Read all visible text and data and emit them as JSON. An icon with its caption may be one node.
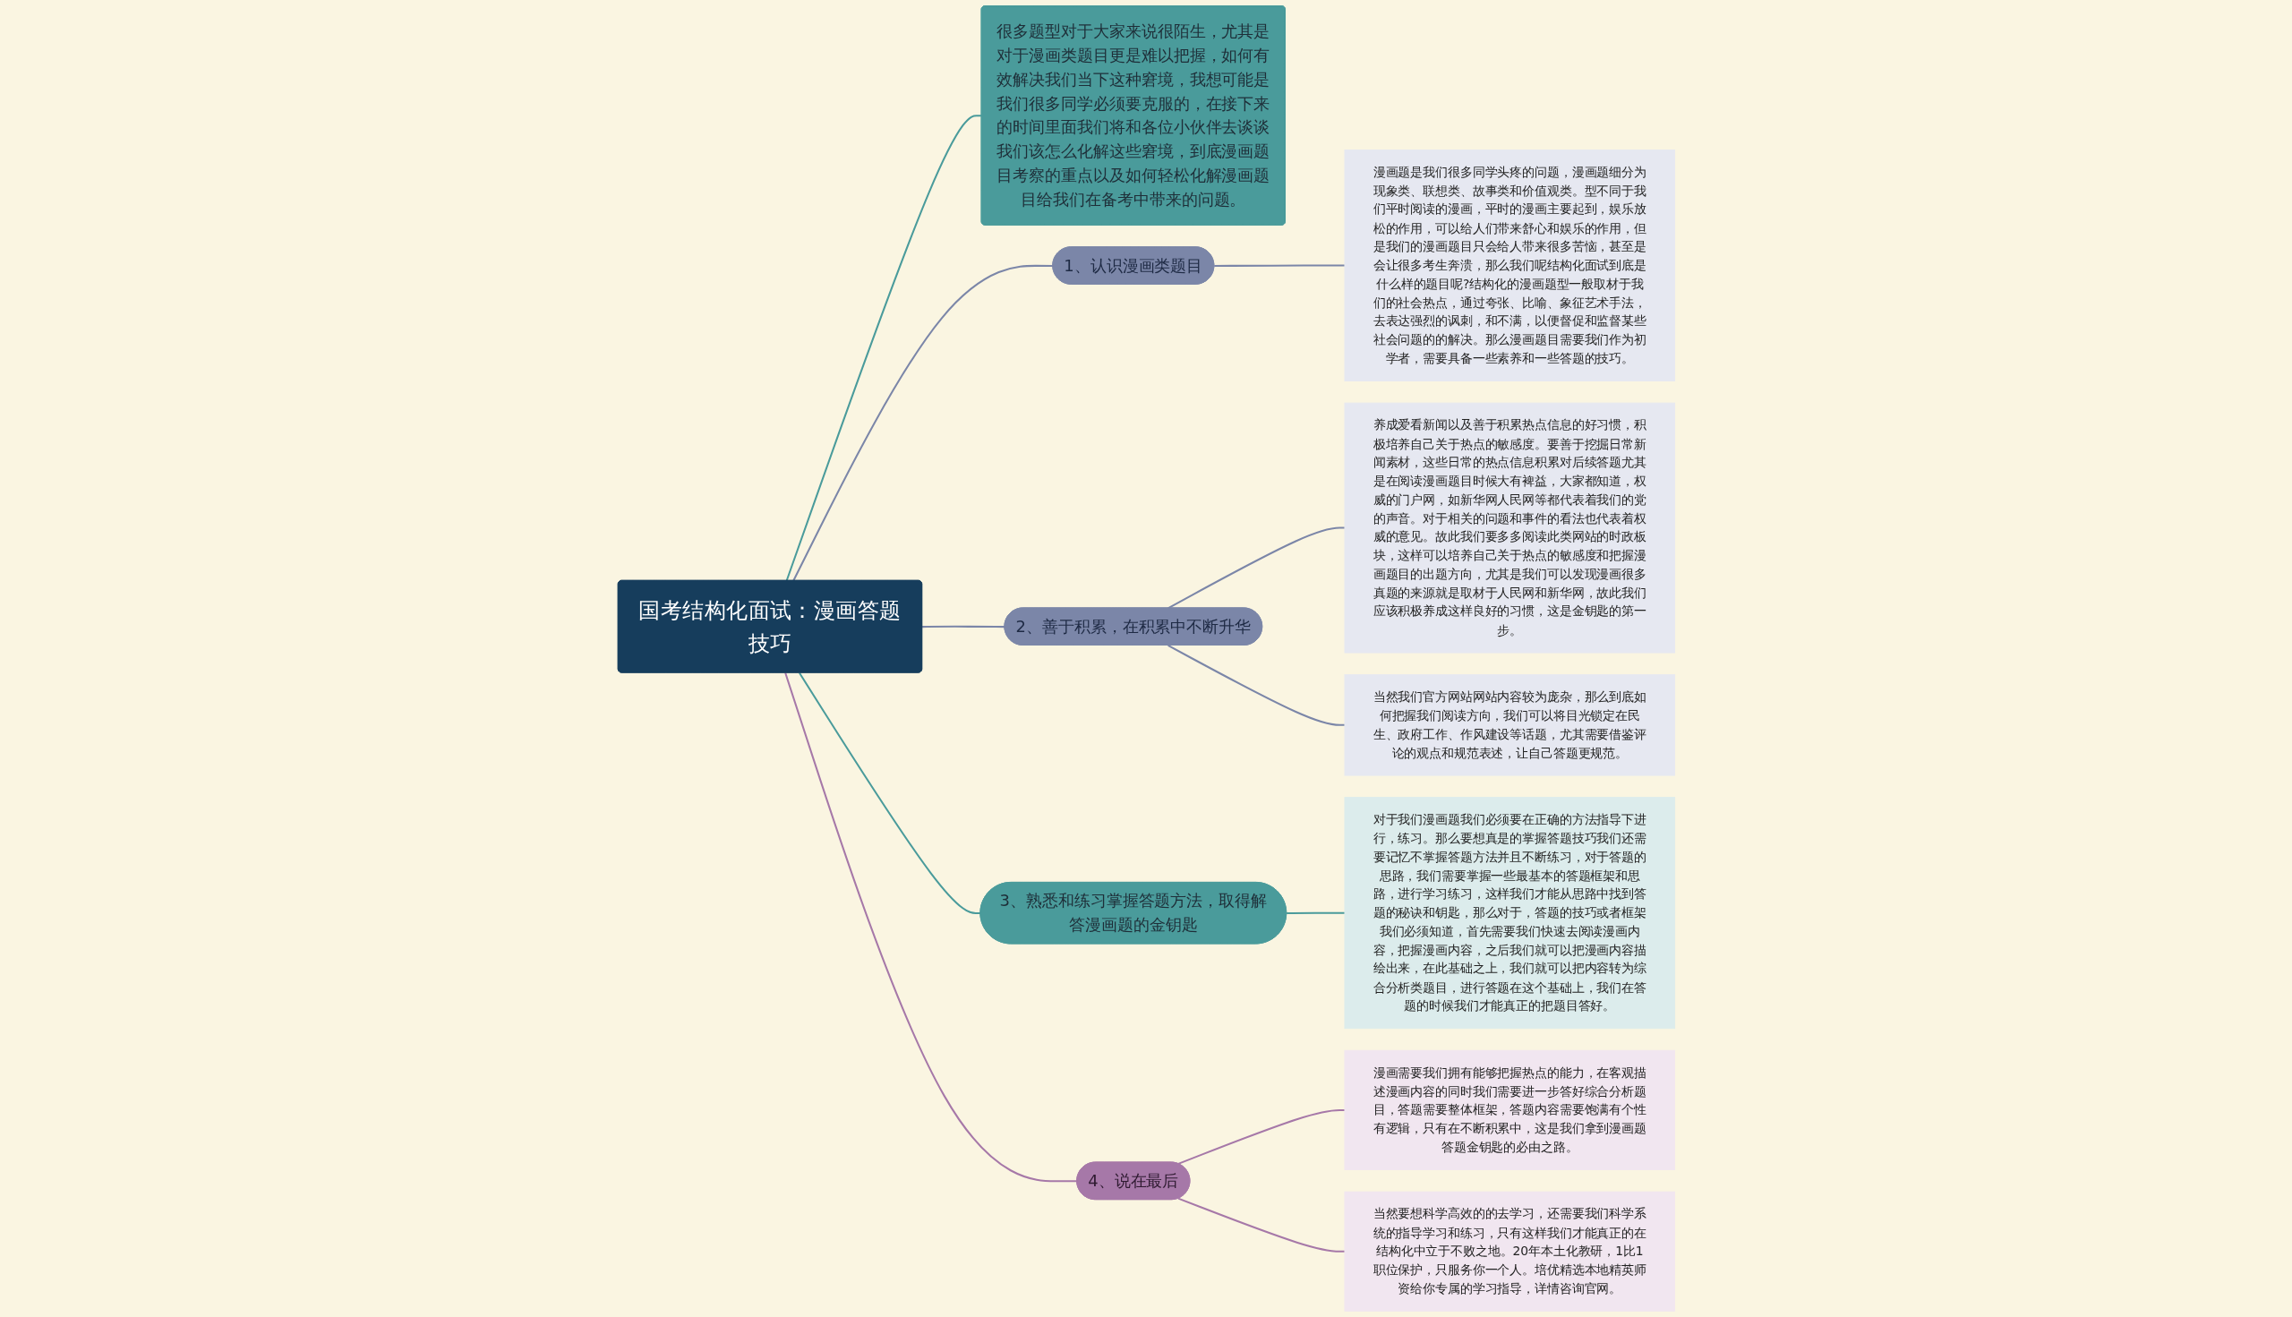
{
  "diagram": {
    "nodes": [
      {
        "text": [
          "国考结构化面试：漫画答题技巧"
        ]
      },
      {
        "text": [
          "很多题型对于大家来说很陌生，尤其是对于漫画类题目更是难以把握，如何有效解决我们当下这种窘境，我想可能是我们很多同学必须要克服的，在接下来的时间里面我们将和各位小伙伴去谈谈我们该怎么化解这些窘境，到底漫画题目考察的重点以及如何轻松化解漫画题目给我们在备考中带来的问题。"
        ]
      },
      {
        "text": [
          "1、认识漫画类题目"
        ]
      },
      {
        "text": [
          "漫画题是我们很多同学头疼的问题，漫画题细分为现象类、联想类、故事类和价值观类。型不同于我们平时阅读的漫画，平时的漫画主要起到，娱乐放松的作用，可以给人们带来舒心和娱乐的作用，但是我们的漫画题目只会给人带来很多苦恼，甚至是会让很多考生奔溃，那么我们呢结构化面试到底是什么样的题目呢?结构化的漫画题型一般取材于我们的社会热点，通过夸张、比喻、象征艺术手法，去表达强烈的讽刺，和不满，以便督促和监督某些社会问题的的解决。那么漫画题目需要我们作为初学者，需要具备一些素养和一些答题的技巧。"
        ]
      },
      {
        "text": [
          "2、善于积累，在积累中不断升华"
        ]
      },
      {
        "text": [
          "养成爱看新闻以及善于积累热点信息的好习惯，积极培养自己关于热点的敏感度。要善于挖掘日常新闻素材，这些日常的热点信息积累对后续答题尤其是在阅读漫画题目时候大有裨益，大家都知道，权威的门户网，如新华网人民网等都代表着我们的党的声音。对于相关的问题和事件的看法也代表着权威的意见。故此我们要多多阅读此类网站的时政板块，这样可以培养自己关于热点的敏感度和把握漫画题目的出题方向，尤其是我们可以发现漫画很多真题的来源就是取材于人民网和新华网，故此我们应该积极养成这样良好的习惯，这是金钥匙的第一步。"
        ]
      },
      {
        "text": [
          "当然我们官方网站网站内容较为庞杂，那么到底如何把握我们阅读方向，我们可以将目光锁定在民生、政府工作、作风建设等话题，尤其需要借鉴评论的观点和规范表述，让自己答题更规范。"
        ]
      },
      {
        "text": [
          "3、熟悉和练习掌握答题方法，取得解答漫画题的金钥匙"
        ]
      },
      {
        "text": [
          "对于我们漫画题我们必须要在正确的方法指导下进行，练习。那么要想真是的掌握答题技巧我们还需要记忆不掌握答题方法并且不断练习，对于答题的思路，我们需要掌握一些最基本的答题框架和思路，进行学习练习，这样我们才能从思路中找到答题的秘诀和钥匙，那么对于，答题的技巧或者框架我们必须知道，首先需要我们快速去阅读漫画内容，把握漫画内容，之后我们就可以把漫画内容描绘出来，在此基础之上，我们就可以把内容转为综合分析类题目，进行答题在这个基础上，我们在答题的时候我们才能真正的把题目答好。"
        ]
      },
      {
        "text": [
          "4、说在最后"
        ]
      },
      {
        "text": [
          "漫画需要我们拥有能够把握热点的能力，在客观描述漫画内容的同时我们需要进一步答好综合分析题目，答题需要整体框架，答题内容需要饱满有个性有逻辑，只有在不断积累中，这是我们拿到漫画题答题金钥匙的必由之路。"
        ]
      },
      {
        "text": [
          "当然要想科学高效的的去学习，还需要我们科学系统的指导学习和练习，只有这样我们才能真正的在结构化中立于不败之地。20年本土化教研，1比1职位保护，只服务你一个人。培优精选本地精英师资给你专属的学习指导，详情咨询官网。"
        ]
      }
    ],
    "edges": [
      {
        "from": 0,
        "to": 1,
        "arrow": "none",
        "color": "#4a9b9b"
      },
      {
        "from": 0,
        "to": 2,
        "arrow": "none",
        "color": "#7b86a8"
      },
      {
        "from": 2,
        "to": 3,
        "arrow": "none",
        "color": "#7b86a8"
      },
      {
        "from": 0,
        "to": 4,
        "arrow": "none",
        "color": "#7b86a8"
      },
      {
        "from": 4,
        "to": 5,
        "arrow": "none",
        "color": "#7b86a8"
      },
      {
        "from": 4,
        "to": 6,
        "arrow": "none",
        "color": "#7b86a8"
      },
      {
        "from": 0,
        "to": 7,
        "arrow": "none",
        "color": "#4a9b9b"
      },
      {
        "from": 7,
        "to": 8,
        "arrow": "none",
        "color": "#4a9b9b"
      },
      {
        "from": 0,
        "to": 9,
        "arrow": "none",
        "color": "#a678a8"
      },
      {
        "from": 9,
        "to": 10,
        "arrow": "none",
        "color": "#a678a8"
      },
      {
        "from": 9,
        "to": 11,
        "arrow": "none",
        "color": "#a678a8"
      }
    ]
  }
}
